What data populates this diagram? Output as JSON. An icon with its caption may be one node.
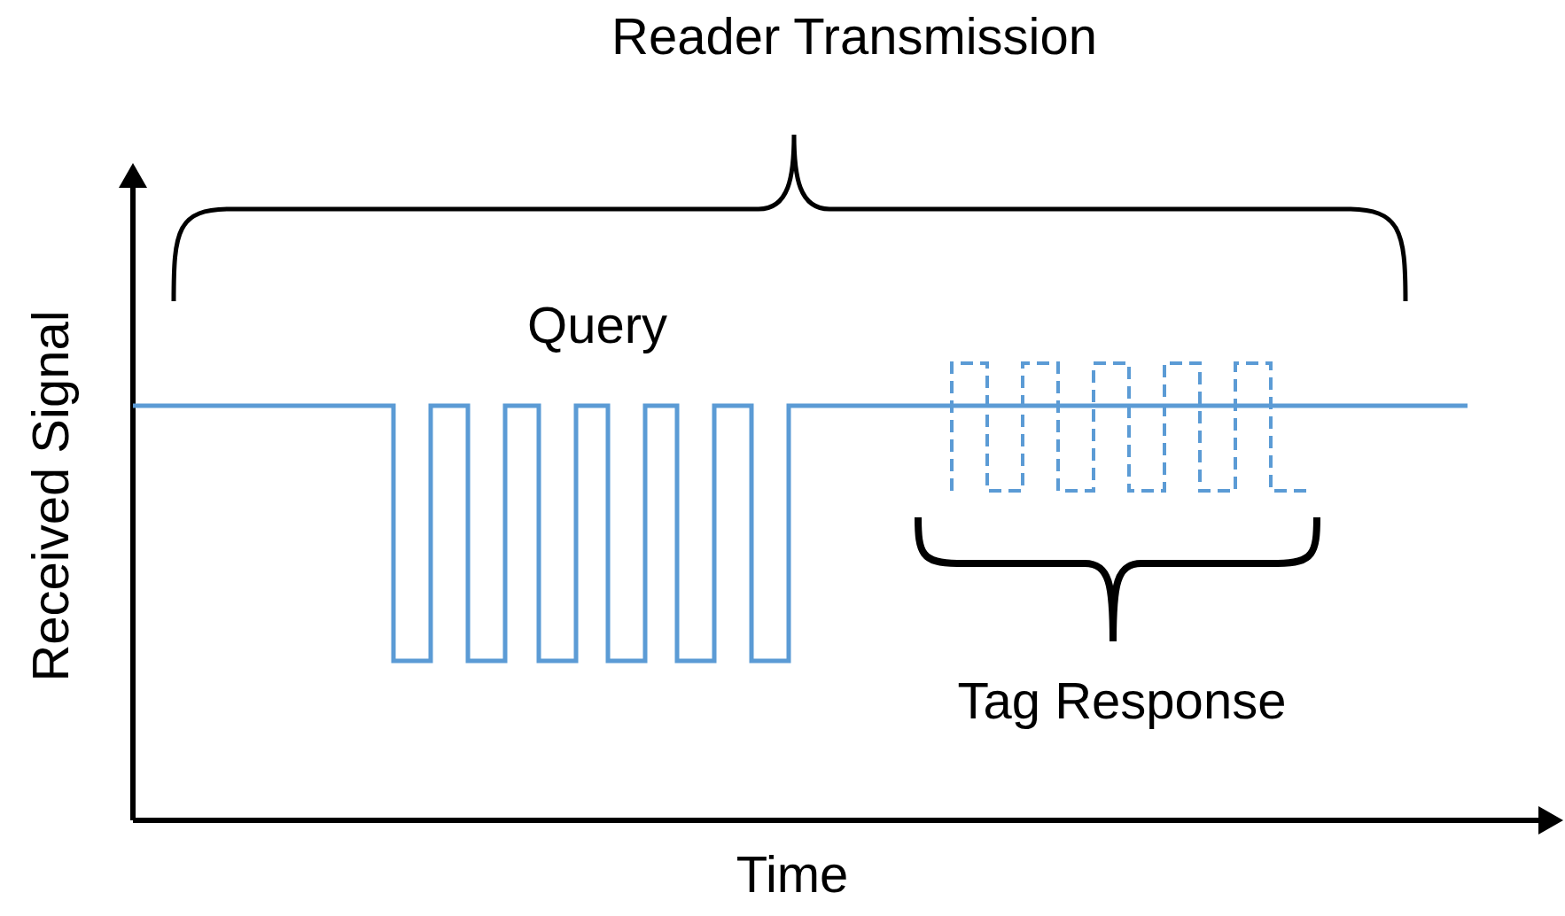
{
  "diagram": {
    "labels": [
      "Reader Transmission",
      "Query",
      "Tag Response",
      "Received Signal",
      "Time"
    ]
  }
}
